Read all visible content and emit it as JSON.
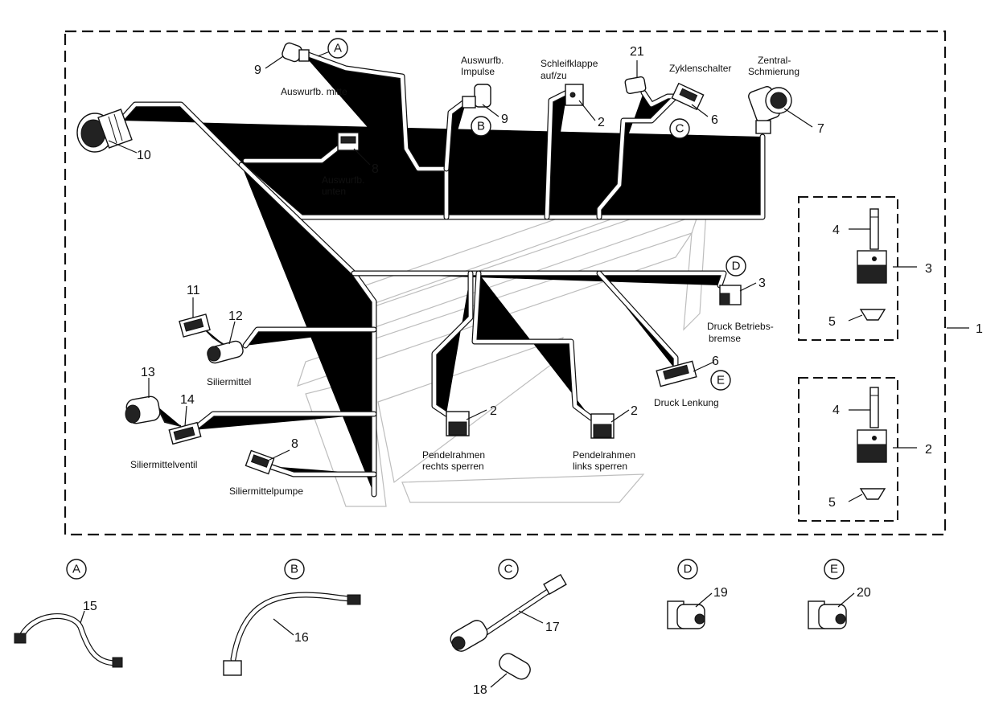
{
  "labels": {
    "auswurf_mitte": "Auswurfb. mitte",
    "auswurf_impulse_1": "Auswurfb.",
    "auswurf_impulse_2": "Impulse",
    "schleifklappe_1": "Schleifklappe",
    "schleifklappe_2": "auf/zu",
    "zyklenschalter": "Zyklenschalter",
    "zentral_1": "Zentral-",
    "zentral_2": "Schmierung",
    "auswurf_unten_1": "Auswurfb.",
    "auswurf_unten_2": "unten",
    "druck_betrieb_1": "Druck Betriebs-",
    "druck_betrieb_2": "bremse",
    "druck_lenkung": "Druck Lenkung",
    "siliermittel": "Siliermittel",
    "siliermittelventil": "Siliermittelventil",
    "siliermittelpumpe": "Siliermittelpumpe",
    "pendel_rechts_1": "Pendelrahmen",
    "pendel_rechts_2": "rechts sperren",
    "pendel_links_1": "Pendelrahmen",
    "pendel_links_2": "links sperren"
  },
  "numbers": {
    "n1": "1",
    "n2a": "2",
    "n2b": "2",
    "n2c": "2",
    "n2d": "2",
    "n3": "3",
    "n3b": "3",
    "n4a": "4",
    "n4b": "4",
    "n5a": "5",
    "n5b": "5",
    "n6a": "6",
    "n6b": "6",
    "n7": "7",
    "n8a": "8",
    "n8b": "8",
    "n9a": "9",
    "n9b": "9",
    "n10": "10",
    "n11": "11",
    "n12": "12",
    "n13": "13",
    "n14": "14",
    "n15": "15",
    "n16": "16",
    "n17": "17",
    "n18": "18",
    "n19": "19",
    "n20": "20",
    "n21": "21"
  },
  "refs": {
    "A": "A",
    "B": "B",
    "C": "C",
    "D": "D",
    "E": "E",
    "A2": "A",
    "B2": "B",
    "C2": "C",
    "D2": "D",
    "E2": "E"
  }
}
